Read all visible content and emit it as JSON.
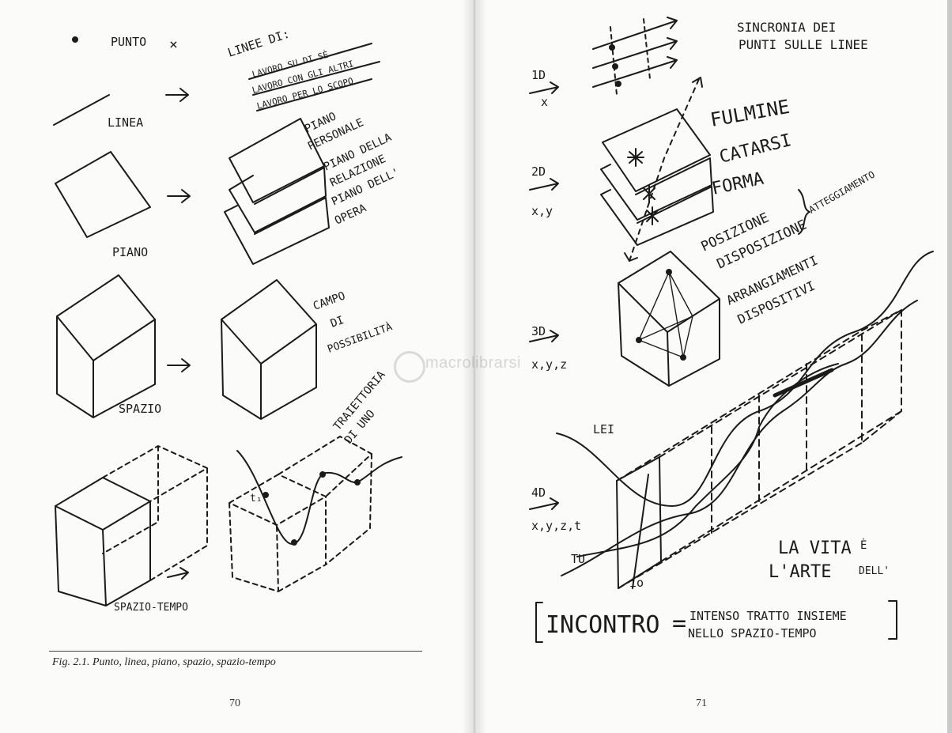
{
  "left_page": {
    "labels": {
      "punto": "PUNTO",
      "times": "×",
      "linee_di": "LINEE DI:",
      "lavoro_su_di_se": "LAVORO SU DI SÈ",
      "lavoro_con_gli_altri": "LAVORO CON GLI ALTRI",
      "lavoro_per_lo_scopo": "LAVORO PER LO SCOPO",
      "linea": "LINEA",
      "piano_personale_1": "PIANO",
      "piano_personale_2": "PERSONALE",
      "piano_relazione_1": "PIANO DELLA",
      "piano_relazione_2": "RELAZIONE",
      "piano_opera_1": "PIANO DELL'",
      "piano_opera_2": "OPERA",
      "piano": "PIANO",
      "campo_1": "CAMPO",
      "campo_2": "DI",
      "campo_3": "POSSIBILITÀ",
      "spazio": "SPAZIO",
      "traiettoria_1": "TRAIETTORIA",
      "traiettoria_2": "DI UNO",
      "t1": "t₁",
      "spazio_tempo": "SPAZIO-TEMPO"
    },
    "caption": "Fig. 2.1. Punto, linea, piano, spazio, spazio-tempo",
    "folio": "70"
  },
  "right_page": {
    "labels": {
      "sincronia_1": "SINCRONIA DEI",
      "sincronia_2": "PUNTI SULLE LINEE",
      "d1": "1D",
      "x": "x",
      "d2": "2D",
      "xy": "x,y",
      "fulmine": "FULMINE",
      "catarsi": "CATARSI",
      "forma": "FORMA",
      "posizione": "POSIZIONE",
      "disposizione": "DISPOSIZIONE",
      "atteggiamento": "ATTEGGIAMENTO",
      "arrangiamenti": "ARRANGIAMENTI",
      "dispositivi": "DISPOSITIVI",
      "d3": "3D",
      "xyz": "x,y,z",
      "lei": "LEI",
      "d4": "4D",
      "xyzt": "x,y,z,t",
      "tu": "TU",
      "io": "io",
      "la_vita": "LA VITA",
      "e": "È",
      "l_arte": "L'ARTE",
      "dell": "DELL'",
      "incontro": "INCONTRO",
      "equals": "=",
      "intenso": "INTENSO TRATTO INSIEME",
      "nello": "NELLO SPAZIO-TEMPO"
    },
    "folio": "71"
  },
  "watermark": {
    "text": "macrolibrarsi"
  }
}
